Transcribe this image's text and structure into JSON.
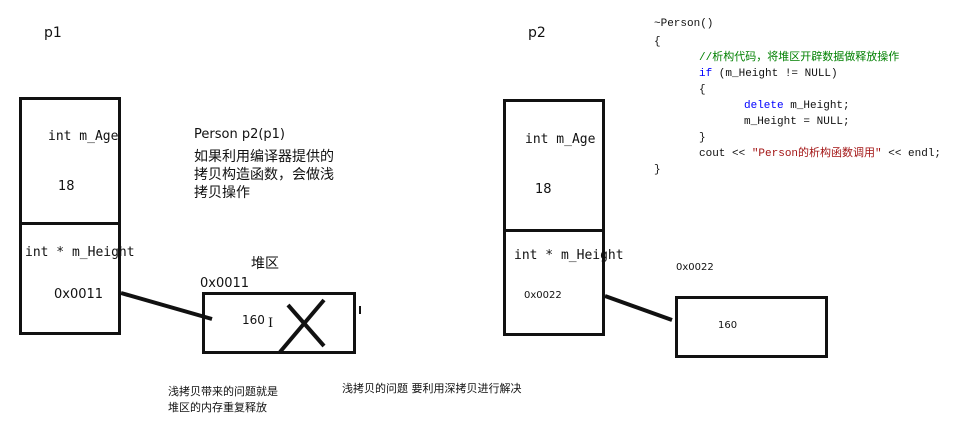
{
  "p1": {
    "title": "p1",
    "age_label": "int m_Age",
    "age_value": "18",
    "height_label": "int * m_Height",
    "height_value": "0x0011"
  },
  "p2": {
    "title": "p2",
    "age_label": "int  m_Age",
    "age_value": "18",
    "height_label": "int * m_Height",
    "height_value": "0x0022"
  },
  "note": {
    "line1": "Person p2(p1)",
    "line2": "如果利用编译器提供的",
    "line3": "拷贝构造函数，会做浅",
    "line4": "拷贝操作"
  },
  "heap": {
    "label": "堆区",
    "addr1": "0x0011",
    "value1": "160",
    "cursor": "I",
    "addr2": "0x0022",
    "value2": "160"
  },
  "bottom": {
    "problem_line1": "浅拷贝带来的问题就是",
    "problem_line2": "堆区的内存重复释放",
    "solution": "浅拷贝的问题 要利用深拷贝进行解决"
  },
  "code": {
    "l1": "~Person()",
    "l2": "{",
    "l3": "//析构代码，将堆区开辟数据做释放操作",
    "l4_kw": "if",
    "l4_rest": " (m_Height != NULL)",
    "l5": "{",
    "l6_kw": "delete",
    "l6_rest": " m_Height;",
    "l7": "m_Height = NULL;",
    "l8": "}",
    "l9_a": "cout << ",
    "l9_str": "\"Person的析构函数调用\"",
    "l9_b": " << endl;",
    "l10": "}"
  }
}
